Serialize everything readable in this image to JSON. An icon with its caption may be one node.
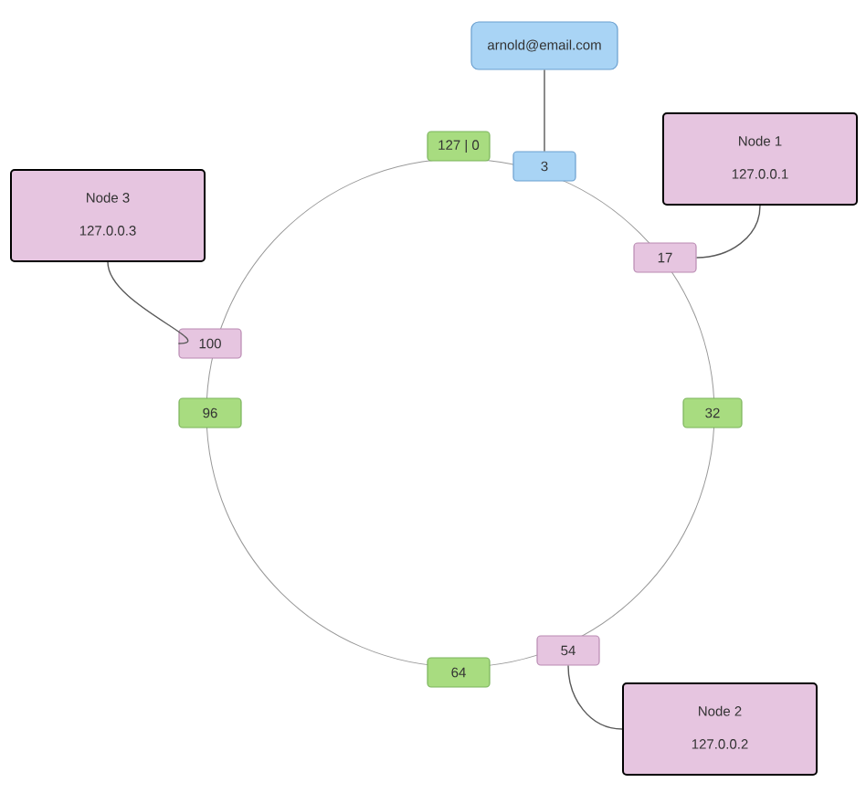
{
  "diagram": {
    "nodes": [
      {
        "text": [
          "arnold@email.com"
        ]
      },
      {
        "text": [
          "Node 1",
          "127.0.0.1"
        ]
      },
      {
        "text": [
          "Node 2",
          "127.0.0.2"
        ]
      },
      {
        "text": [
          "Node 3",
          "127.0.0.3"
        ]
      },
      {
        "text": [
          "127 | 0"
        ]
      },
      {
        "text": [
          "3"
        ]
      },
      {
        "text": [
          "17"
        ]
      },
      {
        "text": [
          "32"
        ]
      },
      {
        "text": [
          "54"
        ]
      },
      {
        "text": [
          "64"
        ]
      },
      {
        "text": [
          "96"
        ]
      },
      {
        "text": [
          "100"
        ]
      }
    ],
    "edges": [
      {
        "from": 0,
        "to": 5,
        "arrow": "none"
      },
      {
        "from": 1,
        "to": 6,
        "arrow": "none"
      },
      {
        "from": 2,
        "to": 8,
        "arrow": "none"
      },
      {
        "from": 3,
        "to": 11,
        "arrow": "none"
      }
    ]
  }
}
